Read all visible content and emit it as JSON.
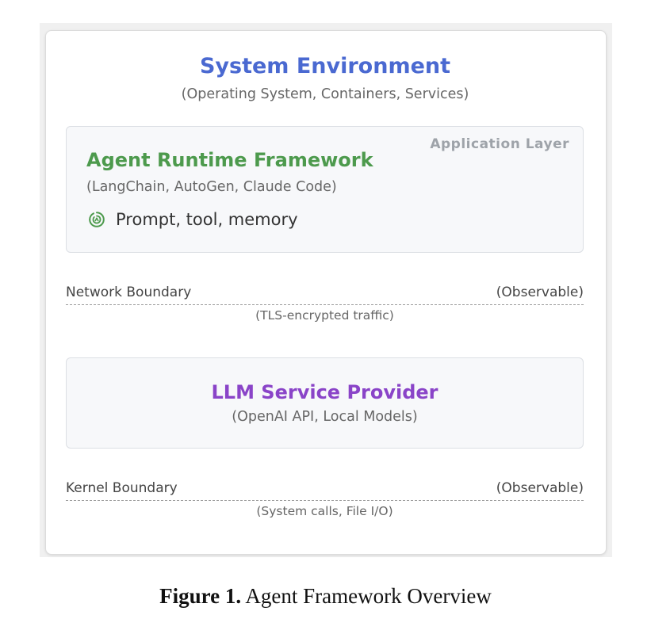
{
  "environment": {
    "title": "System Environment",
    "subtitle": "(Operating System, Containers, Services)"
  },
  "application_layer": {
    "label": "Application Layer",
    "title": "Agent Runtime Framework",
    "subtitle": "(LangChain, AutoGen, Claude Code)",
    "feature_icon": "openai-logo-icon",
    "feature_text": "Prompt, tool, memory"
  },
  "network_boundary": {
    "label": "Network Boundary",
    "status": "(Observable)",
    "note": "(TLS-encrypted traffic)"
  },
  "llm_provider": {
    "title": "LLM Service Provider",
    "subtitle": "(OpenAI API, Local Models)"
  },
  "kernel_boundary": {
    "label": "Kernel Boundary",
    "status": "(Observable)",
    "note": "(System calls, File I/O)"
  },
  "caption": {
    "label": "Figure 1.",
    "text": "Agent Framework Overview"
  },
  "colors": {
    "environment_title": "#4a69d1",
    "runtime_title": "#4d9a4d",
    "llm_title": "#8a44c8",
    "layer_label": "#9ea3a9"
  }
}
